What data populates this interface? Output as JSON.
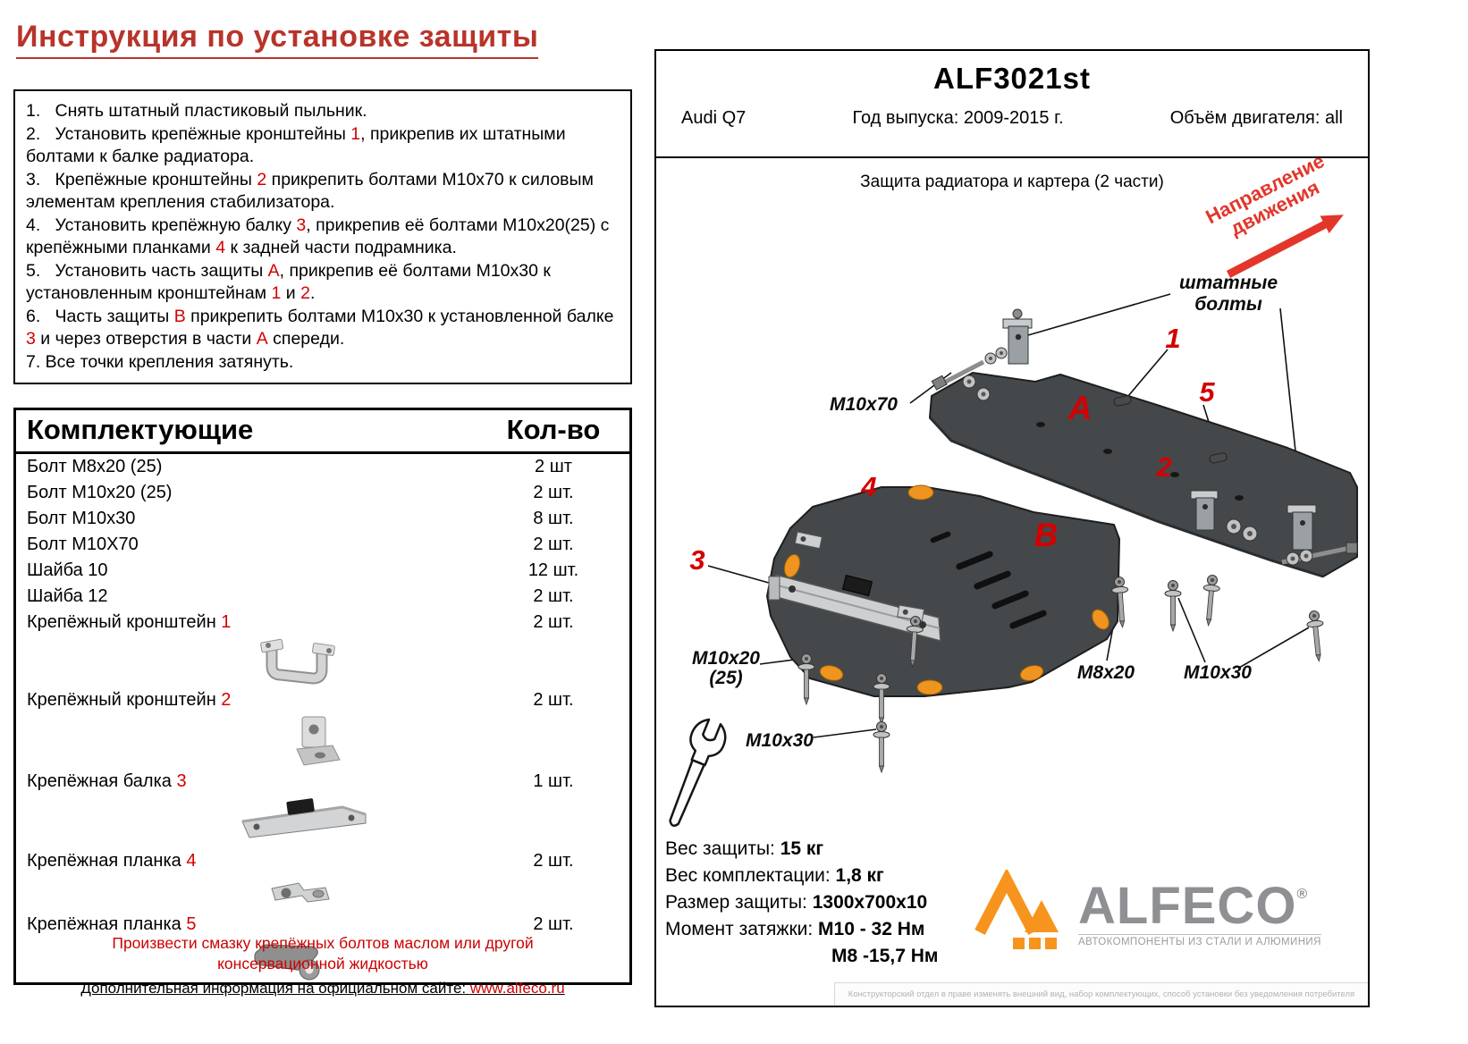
{
  "colors": {
    "accent_red": "#d40000",
    "title_red": "#b8342a",
    "note_red": "#cc0000",
    "logo_orange": "#f7941d",
    "logo_gray": "#8e9093"
  },
  "page": {
    "title": "Инструкция по установке защиты",
    "note": "Произвести смазку крепёжных болтов маслом или другой консервационной жидкостью",
    "footer_label": "Дополнительная информация на официальном сайте: ",
    "footer_link": "www.alfeco.ru"
  },
  "instructions": {
    "items": [
      {
        "segments": [
          {
            "t": "1.   Снять штатный пластиковый пыльник.",
            "r": false
          }
        ]
      },
      {
        "segments": [
          {
            "t": "2.   Установить крепёжные кронштейны ",
            "r": false
          },
          {
            "t": "1",
            "r": true
          },
          {
            "t": ", прикрепив их штатными болтами к балке радиатора.",
            "r": false
          }
        ]
      },
      {
        "segments": [
          {
            "t": "3.   Крепёжные кронштейны ",
            "r": false
          },
          {
            "t": "2",
            "r": true
          },
          {
            "t": " прикрепить болтами М10х70 к силовым элементам крепления стабилизатора.",
            "r": false
          }
        ]
      },
      {
        "segments": [
          {
            "t": "4.   Установить крепёжную балку ",
            "r": false
          },
          {
            "t": "3",
            "r": true
          },
          {
            "t": ", прикрепив её болтами М10х20(25) с крепёжными планками ",
            "r": false
          },
          {
            "t": "4",
            "r": true
          },
          {
            "t": " к задней части подрамника.",
            "r": false
          }
        ]
      },
      {
        "segments": [
          {
            "t": "5.   Установить часть защиты ",
            "r": false
          },
          {
            "t": "А",
            "r": true
          },
          {
            "t": ", прикрепив её болтами М10х30 к установленным кронштейнам ",
            "r": false
          },
          {
            "t": "1",
            "r": true
          },
          {
            "t": " и ",
            "r": false
          },
          {
            "t": "2",
            "r": true
          },
          {
            "t": ".",
            "r": false
          }
        ]
      },
      {
        "segments": [
          {
            "t": "6.   Часть защиты ",
            "r": false
          },
          {
            "t": "В",
            "r": true
          },
          {
            "t": " прикрепить болтами М10х30 к установленной балке ",
            "r": false
          },
          {
            "t": "3",
            "r": true
          },
          {
            "t": " и через отверстия в части ",
            "r": false
          },
          {
            "t": "А",
            "r": true
          },
          {
            "t": " спереди.",
            "r": false
          }
        ]
      },
      {
        "segments": [
          {
            "t": "7. Все точки крепления затянуть.",
            "r": false
          }
        ]
      }
    ]
  },
  "parts": {
    "col_name": "Комплектующие",
    "col_qty": "Кол-во",
    "rows": [
      {
        "label": "Болт М8х20 (25)",
        "num": "",
        "qty": "2 шт"
      },
      {
        "label": "Болт М10х20 (25)",
        "num": "",
        "qty": "2 шт."
      },
      {
        "label": "Болт М10х30",
        "num": "",
        "qty": "8 шт."
      },
      {
        "label": "Болт М10Х70",
        "num": "",
        "qty": "2 шт."
      },
      {
        "label": "Шайба 10",
        "num": "",
        "qty": "12 шт."
      },
      {
        "label": "Шайба 12",
        "num": "",
        "qty": "2 шт."
      },
      {
        "label": "Крепёжный кронштейн ",
        "num": "1",
        "qty": "2 шт."
      },
      {
        "label": "Крепёжный кронштейн ",
        "num": "2",
        "qty": "2 шт."
      },
      {
        "label": "Крепёжная балка ",
        "num": "3",
        "qty": "1 шт."
      },
      {
        "label": "Крепёжная планка ",
        "num": "4",
        "qty": "2 шт."
      },
      {
        "label": "Крепёжная планка ",
        "num": "5",
        "qty": "2 шт."
      }
    ]
  },
  "panel": {
    "model_code": "ALF3021st",
    "car": "Audi Q7",
    "year": "Год выпуска: 2009-2015 г.",
    "engine": "Объём двигателя: all",
    "subtitle": "Защита радиатора и картера (2 части)",
    "specs": [
      {
        "label": "Вес защиты: ",
        "value": "15 кг"
      },
      {
        "label": "Вес комплектации: ",
        "value": "1,8 кг"
      },
      {
        "label": "Размер защиты: ",
        "value": "1300х700х10"
      },
      {
        "label": "Момент затяжки:  ",
        "value": "М10 - 32 Нм"
      },
      {
        "label": "",
        "value": "М8 -15,7 Нм"
      }
    ],
    "logo": {
      "text": "ALFECO",
      "reg": "®",
      "tagline": "АВТОКОМПОНЕНТЫ ИЗ СТАЛИ И АЛЮМИНИЯ"
    },
    "disclaimer": "Конструкторский отдел в праве изменять внешний вид, набор комплектующих, способ установки без уведомления потребителя"
  },
  "diagram": {
    "direction_line1": "Направление",
    "direction_line2": "движения",
    "stock_bolts_line1": "штатные",
    "stock_bolts_line2": "болты",
    "label_m10x70": "М10х70",
    "label_m10x20_line1": "М10х20",
    "label_m10x20_line2": "(25)",
    "label_m8x20": "М8х20",
    "label_m10x30_right": "М10х30",
    "label_m10x30_bottom": "М10х30",
    "callout_1": "1",
    "callout_2": "2",
    "callout_3": "3",
    "callout_4": "4",
    "callout_5": "5",
    "part_a": "A",
    "part_b": "B"
  }
}
